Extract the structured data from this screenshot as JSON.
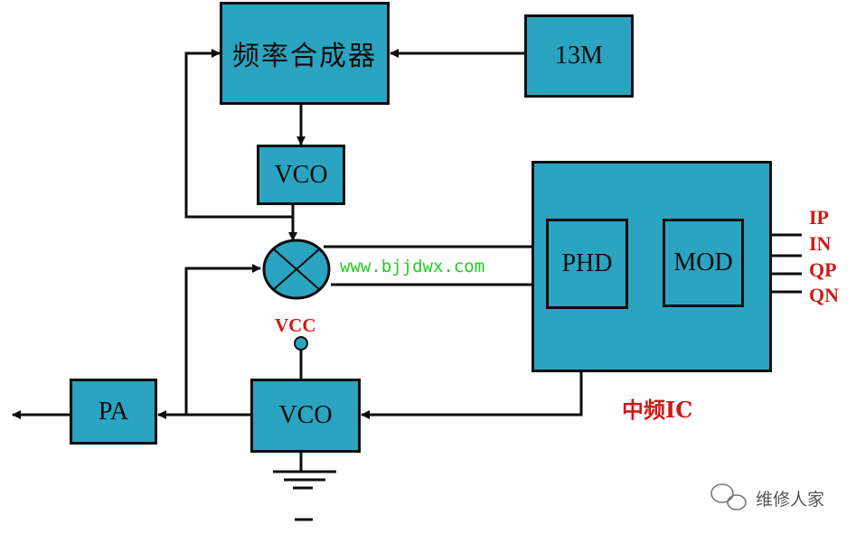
{
  "blocks": {
    "synth": "频率合成器",
    "ref": "13M",
    "vco_top": "VCO",
    "vco_bottom": "VCO",
    "pa": "PA",
    "phd": "PHD",
    "mod": "MOD"
  },
  "labels": {
    "ic": "中频IC",
    "vcc": "VCC",
    "url": "www.bjjdwx.com"
  },
  "inputs": [
    "IP",
    "IN",
    "QP",
    "QN"
  ],
  "watermark": "维修人家",
  "colors": {
    "block_fill": "#2aa4c0",
    "wire": "#0c0c0c",
    "label_red": "#d01818",
    "url_green": "#22cc22"
  }
}
